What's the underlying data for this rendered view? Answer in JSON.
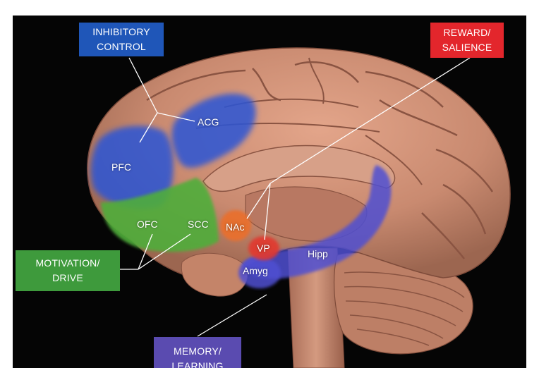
{
  "diagram": {
    "categories": {
      "inhibitory": {
        "lines": [
          "INHIBITORY",
          "CONTROL"
        ],
        "color": "#1f56b8"
      },
      "reward": {
        "lines": [
          "REWARD/",
          "SALIENCE"
        ],
        "color": "#e3262c"
      },
      "motivation": {
        "lines": [
          "MOTIVATION/",
          "DRIVE"
        ],
        "color": "#3e9a3c"
      },
      "memory": {
        "lines": [
          "MEMORY/",
          "LEARNING"
        ],
        "color": "#5a4bb0"
      }
    },
    "regions": {
      "pfc": "PFC",
      "acg": "ACG",
      "ofc": "OFC",
      "scc": "SCC",
      "nac": "NAc",
      "vp": "VP",
      "hipp": "Hipp",
      "amyg": "Amyg"
    },
    "colors": {
      "background": "#050505",
      "brain": "#c98a70",
      "inhibitory_region": "#2a55d6",
      "motivation_region": "#4fae3a",
      "reward_region": "#e2392f",
      "memory_region": "#4f4fd2",
      "nac_region": "#e8702e"
    }
  }
}
